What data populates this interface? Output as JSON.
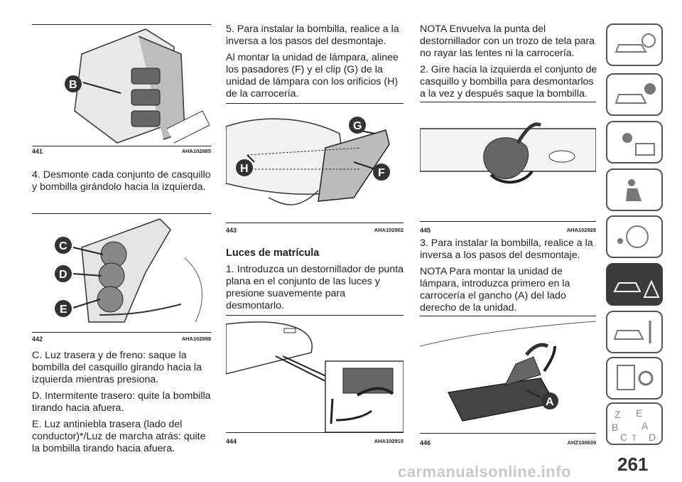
{
  "col1": {
    "fig441": {
      "num": "441",
      "code": "AHA102885"
    },
    "text1": "4. Desmonte cada conjunto de casquillo y bombilla girándolo hacia la izquierda.",
    "fig442": {
      "num": "442",
      "code": "AHA102898"
    },
    "paras": [
      "C. Luz trasera y de freno: saque la bombilla del casquillo girando hacia la izquierda mientras presiona.",
      "D. Intermitente trasero: quite la bombilla tirando hacia afuera.",
      "E. Luz antiniebla trasera (lado del conductor)*/Luz de marcha atrás: quite la bombilla tirando hacia afuera."
    ]
  },
  "col2": {
    "paras": [
      "5. Para instalar la bombilla, realice a la inversa a los pasos del desmontaje.",
      "Al montar la unidad de lámpara, alinee los pasadores (F) y el clip (G) de la unidad de lámpara con los orificios (H) de la carrocería."
    ],
    "fig443": {
      "num": "443",
      "code": "AHA102902"
    },
    "heading": "Luces de matrícula",
    "text1": "1. Introduzca un destornillador de punta plana en el conjunto de las luces y presione suavemente para desmontarlo.",
    "fig444": {
      "num": "444",
      "code": "AHA102915"
    }
  },
  "col3": {
    "paras": [
      "NOTA  Envuelva la punta del destornillador con un trozo de tela para no rayar las lentes ni la carrocería.",
      "2. Gire hacia la izquierda el conjunto de casquillo y bombilla para desmontarlos a la vez y después saque la bombilla."
    ],
    "fig445": {
      "num": "445",
      "code": "AHA102928"
    },
    "paras2": [
      "3. Para instalar la bombilla, realice a la inversa a los pasos del desmontaje.",
      "NOTA  Para montar la unidad de lámpara, introduzca primero en la carrocería el gancho (A) del lado derecho de la unidad."
    ],
    "fig446": {
      "num": "446",
      "code": "AHZ100639"
    }
  },
  "labels": {
    "B": "B",
    "C": "C",
    "D": "D",
    "E": "E",
    "F": "F",
    "G": "G",
    "H": "H",
    "A": "A"
  },
  "sidebar": {
    "tabs": [
      "car-search",
      "car-info",
      "warning-lights",
      "airbag",
      "controls",
      "emergency",
      "maintenance",
      "specifications",
      "index"
    ],
    "active": "emergency",
    "index_letters": [
      "Z",
      "E",
      "B",
      "A",
      "C",
      "T",
      "D"
    ]
  },
  "page_number": "261",
  "watermark": "carmanualsonline.info"
}
